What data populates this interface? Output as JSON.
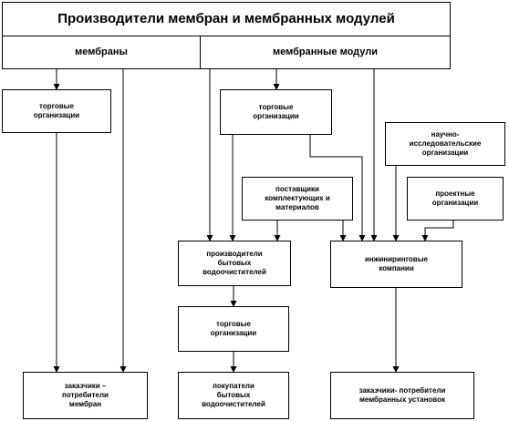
{
  "diagram": {
    "title": "Производители мембран и мембранных модулей",
    "col_membranes": "мембраны",
    "col_modules": "мембранные модули",
    "trade_org_left": "торговые\nорганизации",
    "customers_membranes": "заказчики –\nпотребители\nмембран",
    "trade_org_mid": "торговые\nорганизации",
    "suppliers": "поставщики\nкомплектующих и\nматериалов",
    "household_producers": "производители\nбытовых\nводоочистителей",
    "trade_org_lower": "торговые\nорганизации",
    "household_buyers": "покупатели\nбытовых\nводоочистителей",
    "research_orgs": "научно-\nисследовательские\nорганизации",
    "design_orgs": "проектные\nорганизации",
    "engineering_companies": "инжиниринговые\nкомпании",
    "customers_installations": "заказчики- потребители\nмембранных установок"
  }
}
